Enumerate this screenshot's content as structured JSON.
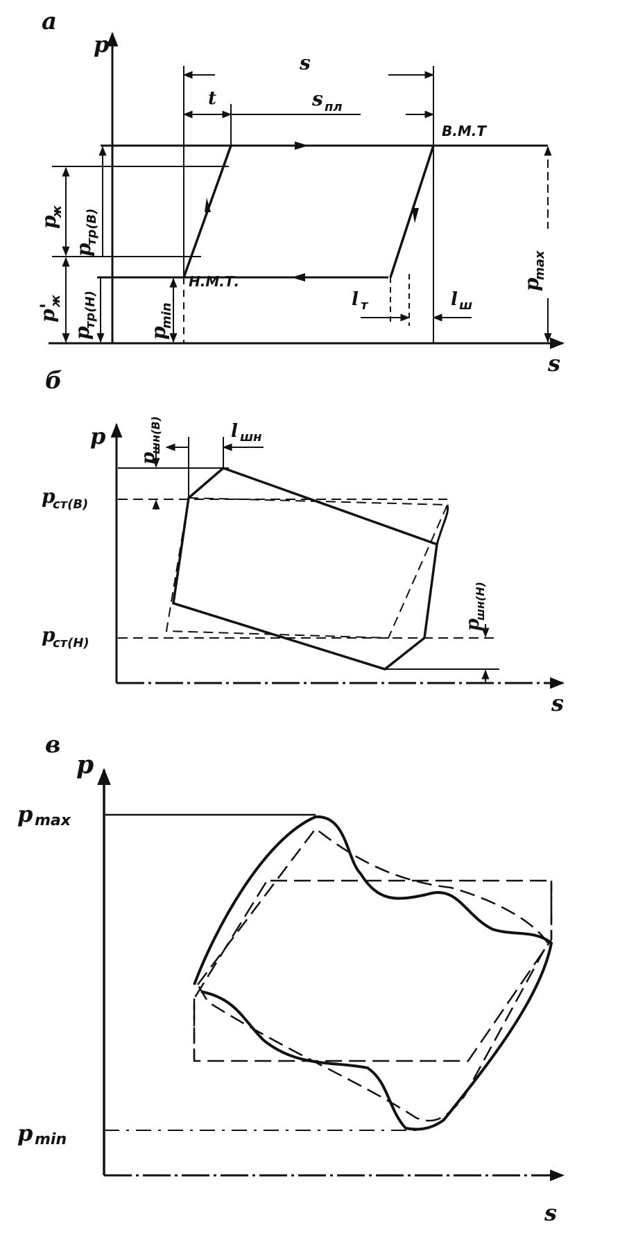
{
  "panels": {
    "a": {
      "letter": "a",
      "axis_y": "p",
      "axis_x": "s",
      "stroke_s": "s",
      "t": "t",
      "s_pl_main": "s",
      "s_pl_sub": "пл",
      "vmt": "В.М.Т",
      "nmt": "Н.М.Т.",
      "p_max_main": "p",
      "p_max_sub": "max",
      "p_min_main": "p",
      "p_min_sub": "min",
      "p_zh_main": "p",
      "p_zh_sub": "ж",
      "p_zh2_main": "p'",
      "p_zh2_sub": "ж",
      "p_trB_main": "p",
      "p_trB_sub": "тр(В)",
      "p_trH_main": "p",
      "p_trH_sub": "тр(Н)",
      "l_t_main": "l",
      "l_t_sub": "т",
      "l_sh_main": "l",
      "l_sh_sub": "ш"
    },
    "b": {
      "letter": "б",
      "axis_y": "p",
      "axis_x": "s",
      "l_shn_main": "l",
      "l_shn_sub": "шн",
      "p_shnB_main": "p",
      "p_shnB_sub": "шн(В)",
      "p_shnH_main": "p",
      "p_shnH_sub": "шн(Н)",
      "p_stB_main": "p",
      "p_stB_sub": "ст(В)",
      "p_stH_main": "p",
      "p_stH_sub": "ст(Н)"
    },
    "c": {
      "letter": "в",
      "axis_y": "p",
      "axis_x": "s",
      "p_max_main": "p",
      "p_max_sub": "max",
      "p_min_main": "p",
      "p_min_sub": "min"
    }
  }
}
